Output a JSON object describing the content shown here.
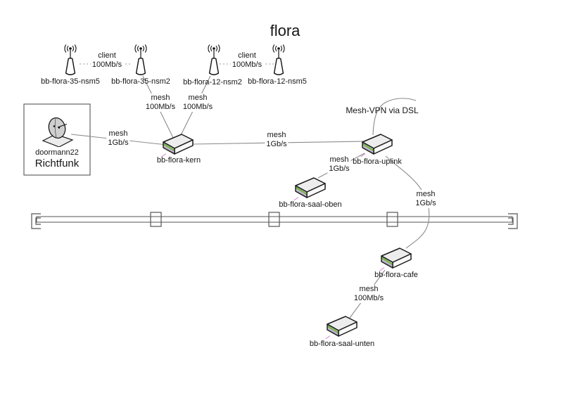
{
  "title": "flora",
  "annotations": {
    "vpn": "Mesh-VPN via DSL"
  },
  "station": {
    "name": "doormann22",
    "type": "Richtfunk"
  },
  "nodes": {
    "nsm35_5": {
      "label": "bb-flora-35-nsm5"
    },
    "nsm35_2": {
      "label": "bb-flora-35-nsm2"
    },
    "nsm12_2": {
      "label": "bb-flora-12-nsm2"
    },
    "nsm12_5": {
      "label": "bb-flora-12-nsm5"
    },
    "kern": {
      "label": "bb-flora-kern"
    },
    "uplink": {
      "label": "bb-flora-uplink"
    },
    "saal_oben": {
      "label": "bb-flora-saal-oben"
    },
    "cafe": {
      "label": "bb-flora-cafe"
    },
    "saal_unten": {
      "label": "bb-flora-saal-unten"
    }
  },
  "links": {
    "client_35": {
      "type": "client",
      "speed": "100Mb/s"
    },
    "client_12": {
      "type": "client",
      "speed": "100Mb/s"
    },
    "nsm35_kern": {
      "type": "mesh",
      "speed": "100Mb/s"
    },
    "nsm12_kern": {
      "type": "mesh",
      "speed": "100Mb/s"
    },
    "doormann_kern": {
      "type": "mesh",
      "speed": "1Gb/s"
    },
    "kern_uplink": {
      "type": "mesh",
      "speed": "1Gb/s"
    },
    "uplink_saal_oben": {
      "type": "mesh",
      "speed": "1Gb/s"
    },
    "uplink_cafe": {
      "type": "mesh",
      "speed": "1Gb/s"
    },
    "cafe_saal_unten": {
      "type": "mesh",
      "speed": "100Mb/s"
    }
  },
  "colors": {
    "link_line": "#8c8c8c",
    "router_green": "#8abf5a",
    "router_purple": "#9b7fc7",
    "router_magenta": "#d97fd9",
    "outline": "#1a1a1a"
  }
}
